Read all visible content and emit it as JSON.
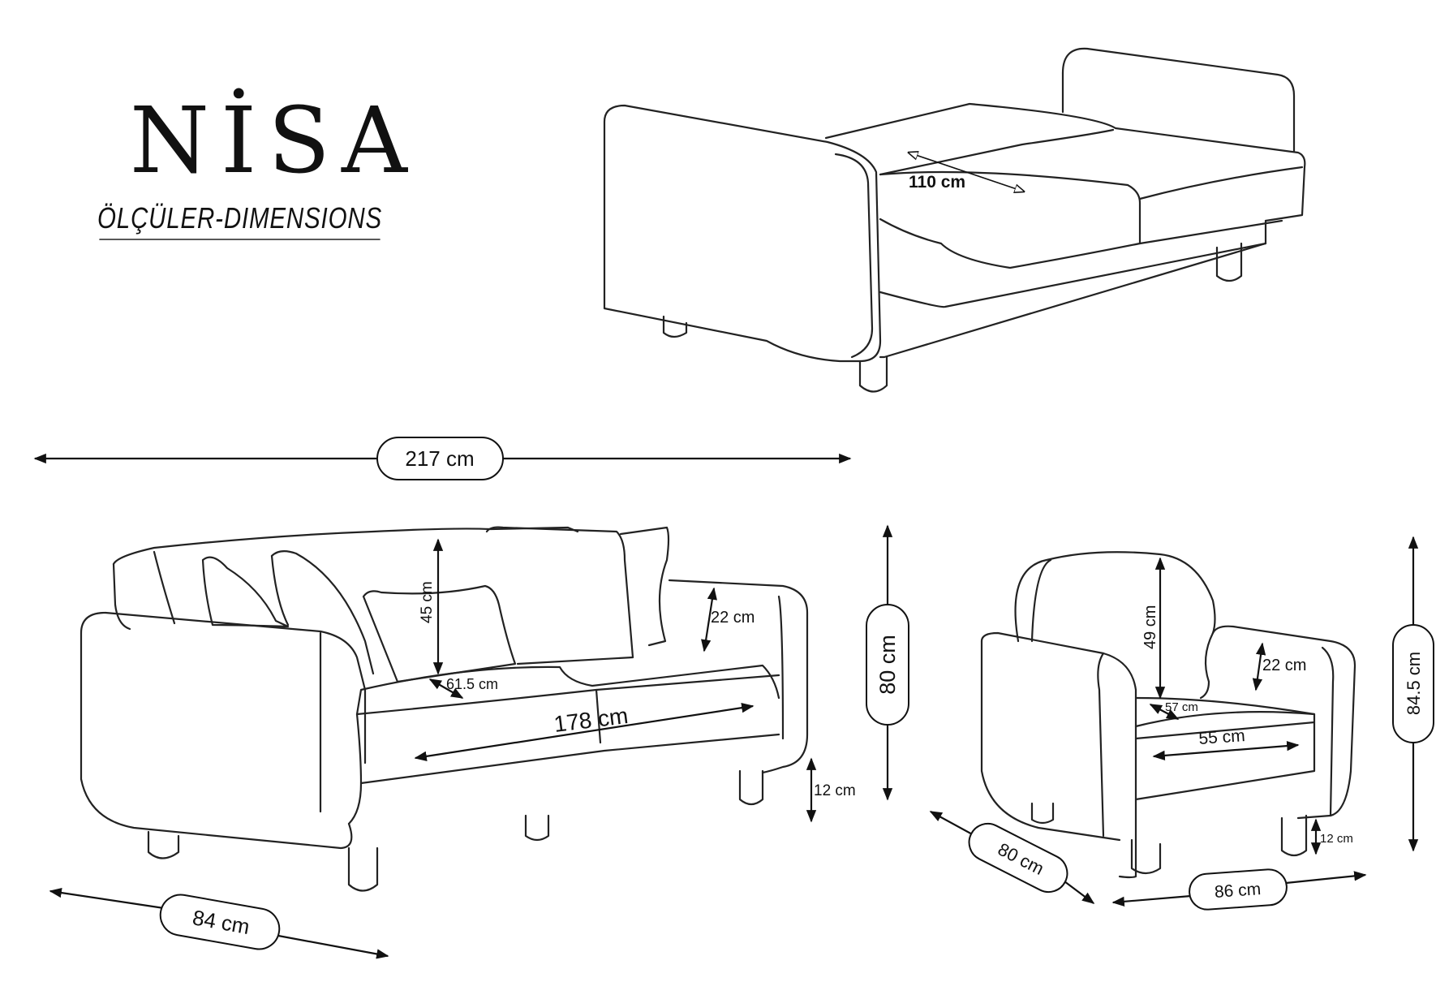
{
  "header": {
    "brand": "NİSA",
    "subtitle": "ÖLÇÜLER-DIMENSIONS"
  },
  "bed_view": {
    "bed_depth": "110 cm"
  },
  "sofa": {
    "total_width": "217 cm",
    "total_height": "80 cm",
    "depth": "84 cm",
    "seat_width": "178 cm",
    "seat_depth": "61.5 cm",
    "back_height": "45 cm",
    "arm_height": "22 cm",
    "leg_height": "12 cm"
  },
  "armchair": {
    "total_height": "84.5 cm",
    "depth": "80 cm",
    "width": "86 cm",
    "seat_width": "55 cm",
    "seat_depth": "57 cm",
    "back_height": "49 cm",
    "arm_height": "22 cm",
    "leg_height": "12 cm"
  }
}
